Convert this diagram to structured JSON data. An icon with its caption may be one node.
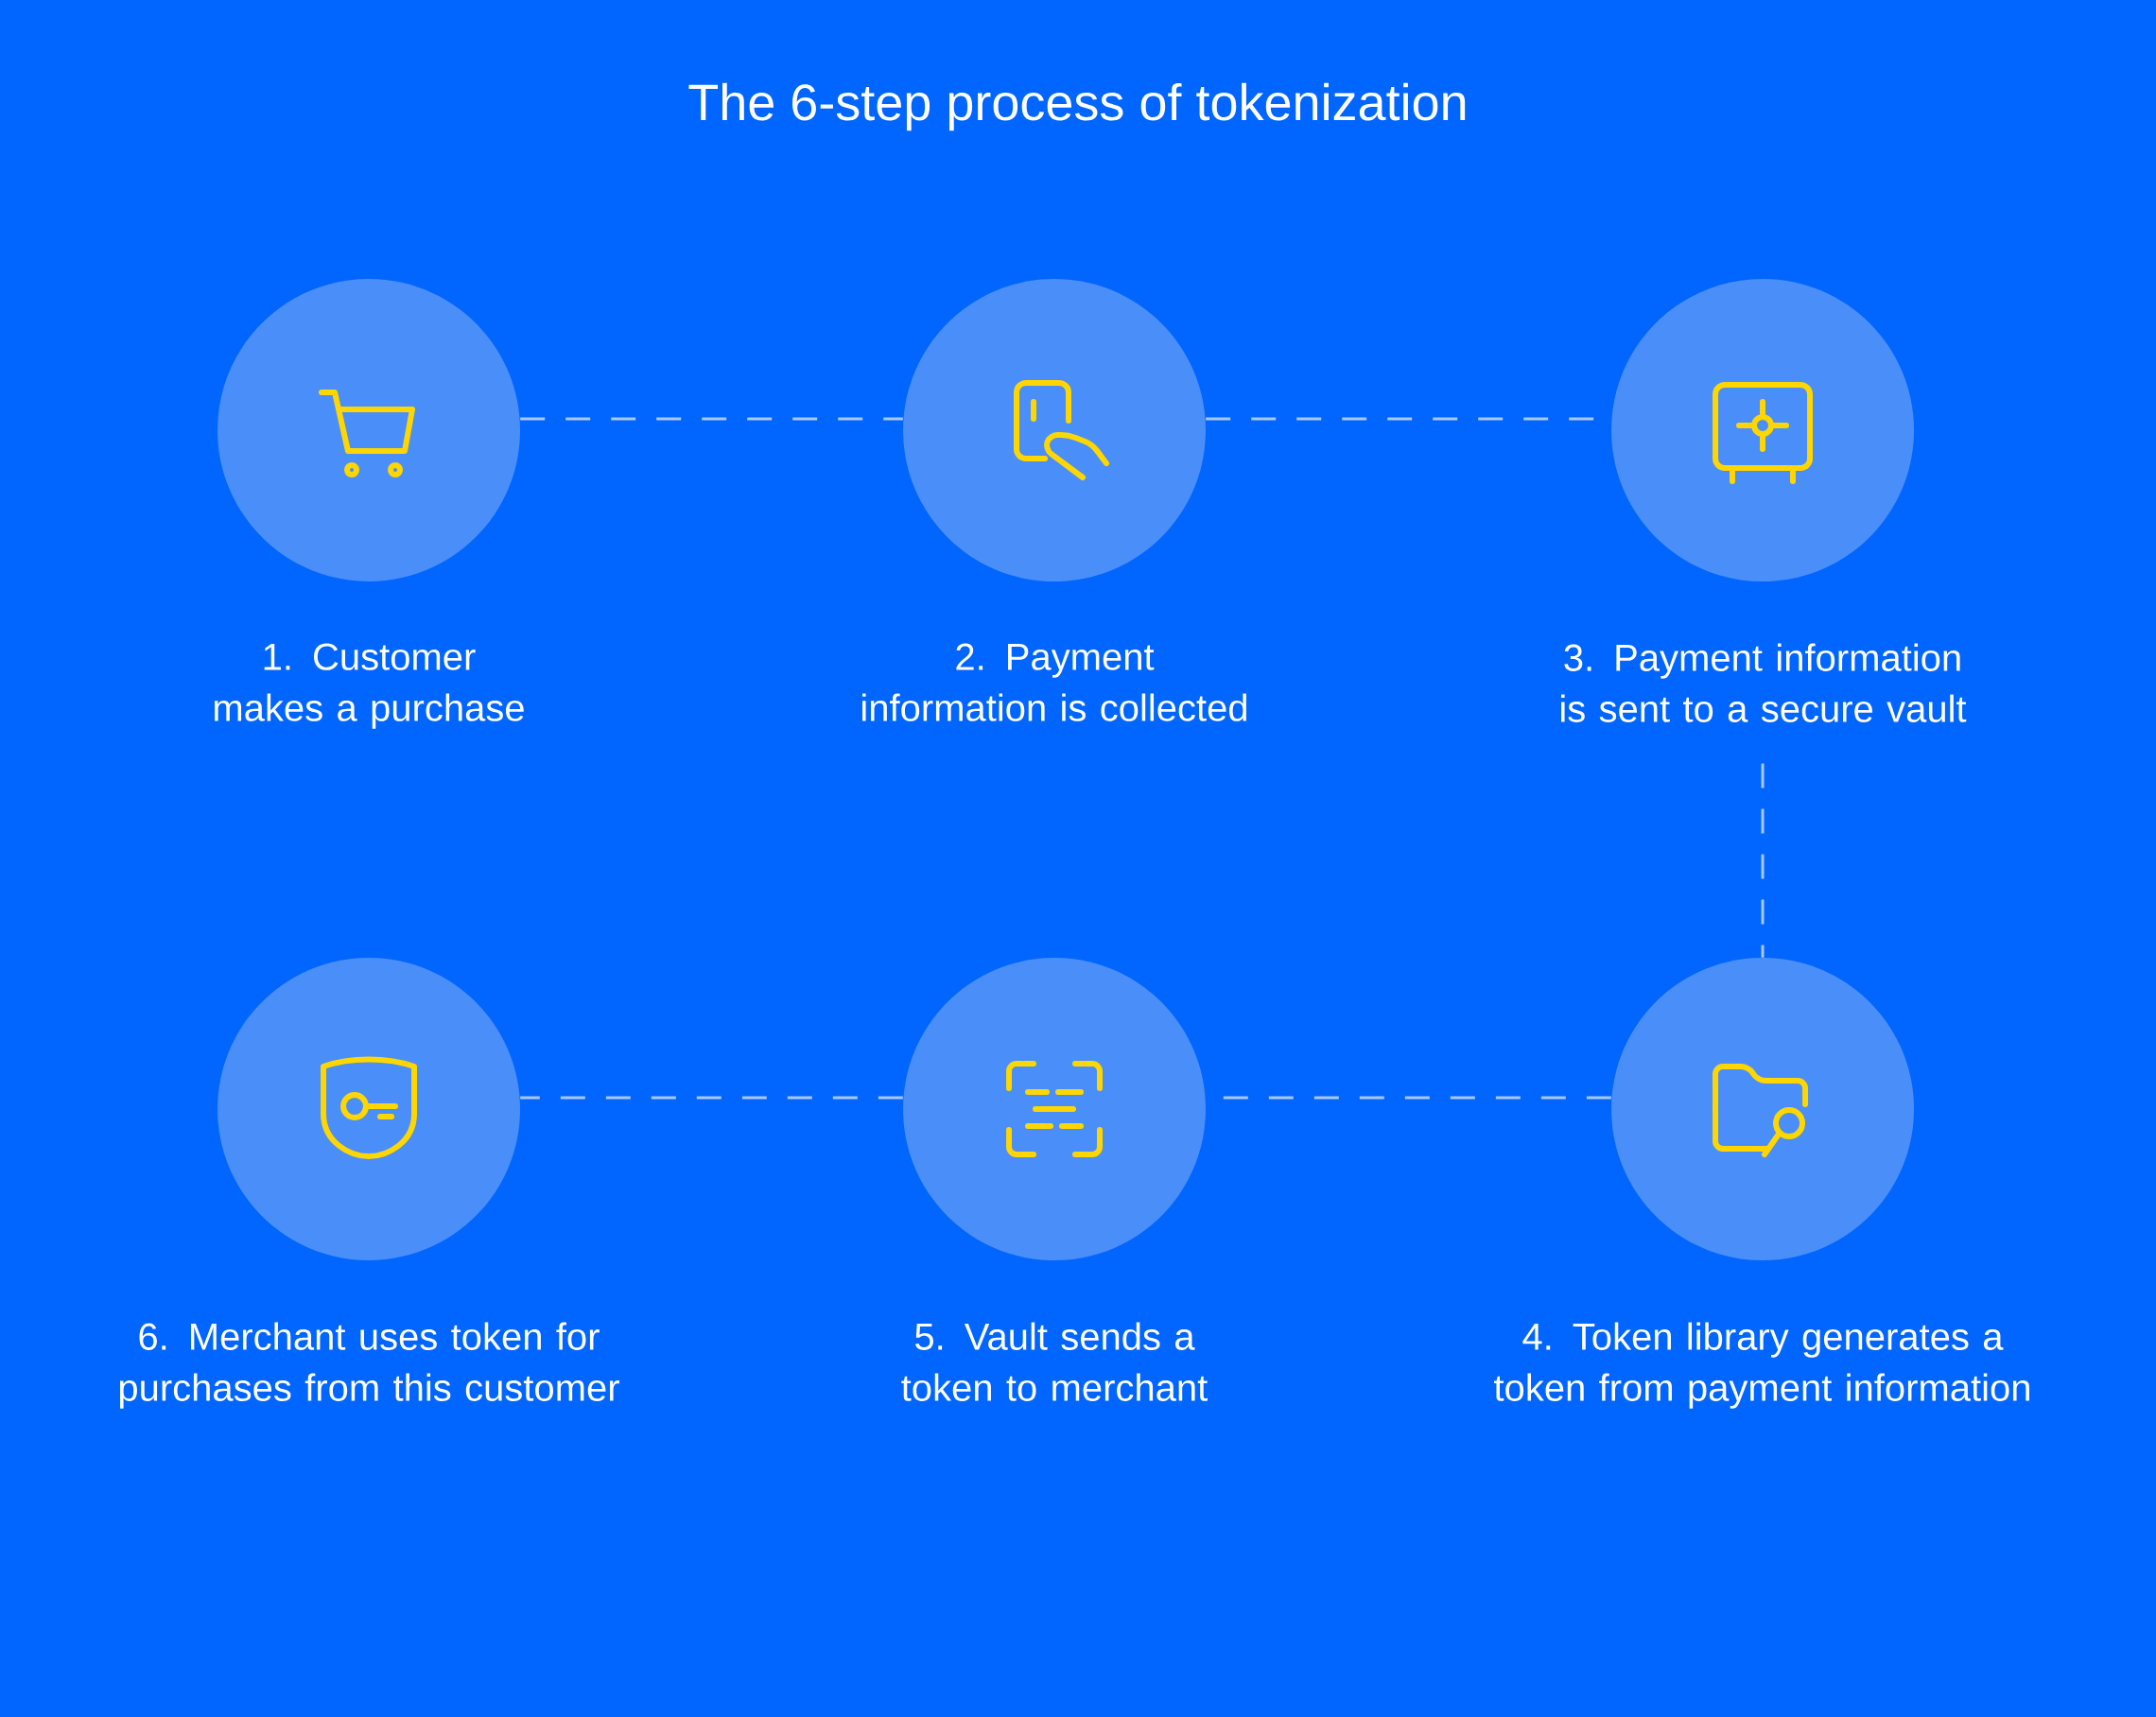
{
  "diagram": {
    "title": "The 6-step process of tokenization",
    "nodes": [
      {
        "text": [],
        "shape": "circle",
        "beside": [
          "1. Customer makes a purchase"
        ]
      },
      {
        "text": [],
        "shape": "circle",
        "beside": [
          "2. Payment information is collected"
        ]
      },
      {
        "text": [],
        "shape": "circle",
        "beside": [
          "3. Payment information is sent to a secure vault"
        ]
      },
      {
        "text": [],
        "shape": "circle",
        "beside": [
          "4. Token library generates a token from payment information"
        ]
      },
      {
        "text": [],
        "shape": "circle",
        "beside": [
          "5. Vault sends a token to merchant"
        ]
      },
      {
        "text": [],
        "shape": "circle",
        "beside": [
          "6. Merchant uses token for purchases from this customer"
        ]
      }
    ],
    "edges": [
      {
        "from": 0,
        "to": 1,
        "arrow": "none",
        "style": "dashed"
      },
      {
        "from": 1,
        "to": 2,
        "arrow": "none",
        "style": "dashed"
      },
      {
        "from": 2,
        "to": 3,
        "arrow": "none",
        "style": "dashed"
      },
      {
        "from": 3,
        "to": 4,
        "arrow": "none",
        "style": "dashed"
      },
      {
        "from": 4,
        "to": 5,
        "arrow": "none",
        "style": "dashed"
      }
    ]
  }
}
